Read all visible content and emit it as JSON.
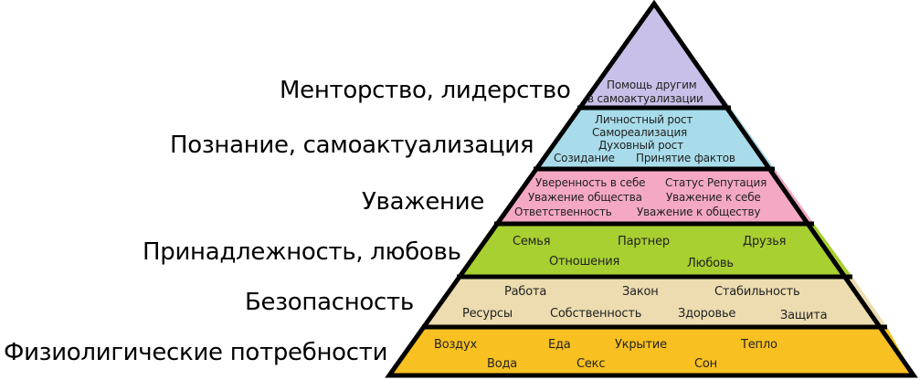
{
  "diagram": {
    "type": "pyramid",
    "subject": "Maslow hierarchy of needs (extended)",
    "levels": [
      {
        "label": "Менторство, лидерство",
        "color": "#c8c0e8",
        "items": [
          "Помощь другим",
          "в самоактуализации"
        ]
      },
      {
        "label": "Познание, самоактуализация",
        "color": "#a8dcea",
        "items": [
          "Личностный рост",
          "Самореализация",
          "Духовный рост",
          "Созидание",
          "Принятие фактов"
        ]
      },
      {
        "label": "Уважение",
        "color": "#f4a8c4",
        "items": [
          "Уверенность в себе",
          "Статус Репутация",
          "Уважение общества",
          "Уважение к себе",
          "Ответственность",
          "Уважение к обществу"
        ]
      },
      {
        "label": "Принадлежность, любовь",
        "color": "#a8d030",
        "items": [
          "Семья",
          "Партнер",
          "Друзья",
          "Отношения",
          "Любовь"
        ]
      },
      {
        "label": "Безопасность",
        "color": "#ecdcb0",
        "items": [
          "Работа",
          "Закон",
          "Стабильность",
          "Ресурсы",
          "Собственность",
          "Здоровье",
          "Защита"
        ]
      },
      {
        "label": "Физиолигические потребности",
        "color": "#f8c020",
        "items": [
          "Воздух",
          "Еда",
          "Укрытие",
          "Тепло",
          "Вода",
          "Секс",
          "Сон"
        ]
      }
    ],
    "outline_color": "#000000"
  }
}
